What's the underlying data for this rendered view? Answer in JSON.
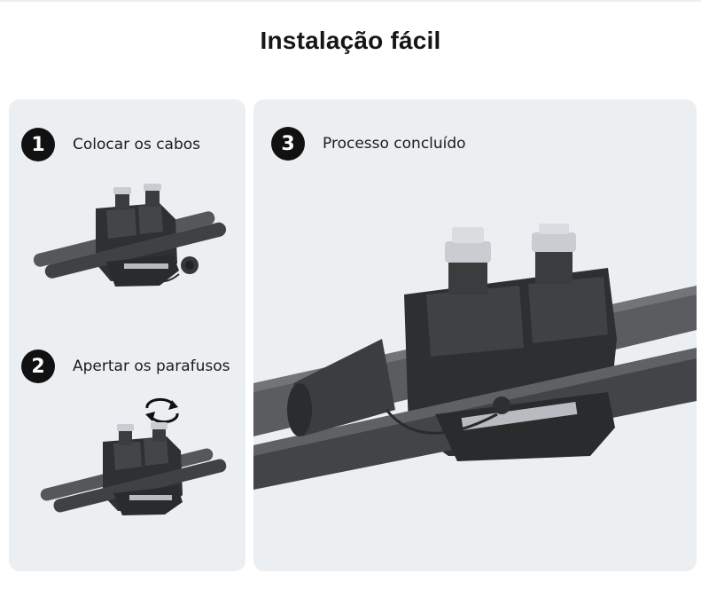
{
  "page": {
    "title": "Instalação fácil"
  },
  "steps": [
    {
      "number": "1",
      "label": "Colocar os cabos",
      "illustration": "clamp-cables-placed"
    },
    {
      "number": "2",
      "label": "Apertar os parafusos",
      "illustration": "clamp-tighten-bolts"
    },
    {
      "number": "3",
      "label": "Processo concluído",
      "illustration": "clamp-installed"
    }
  ],
  "colors": {
    "card_background": "#eceff1",
    "badge": "#111111",
    "clamp_body": "#3a3b3d",
    "cable": "#4a4b4d",
    "bolt": "#c9ccd0"
  }
}
